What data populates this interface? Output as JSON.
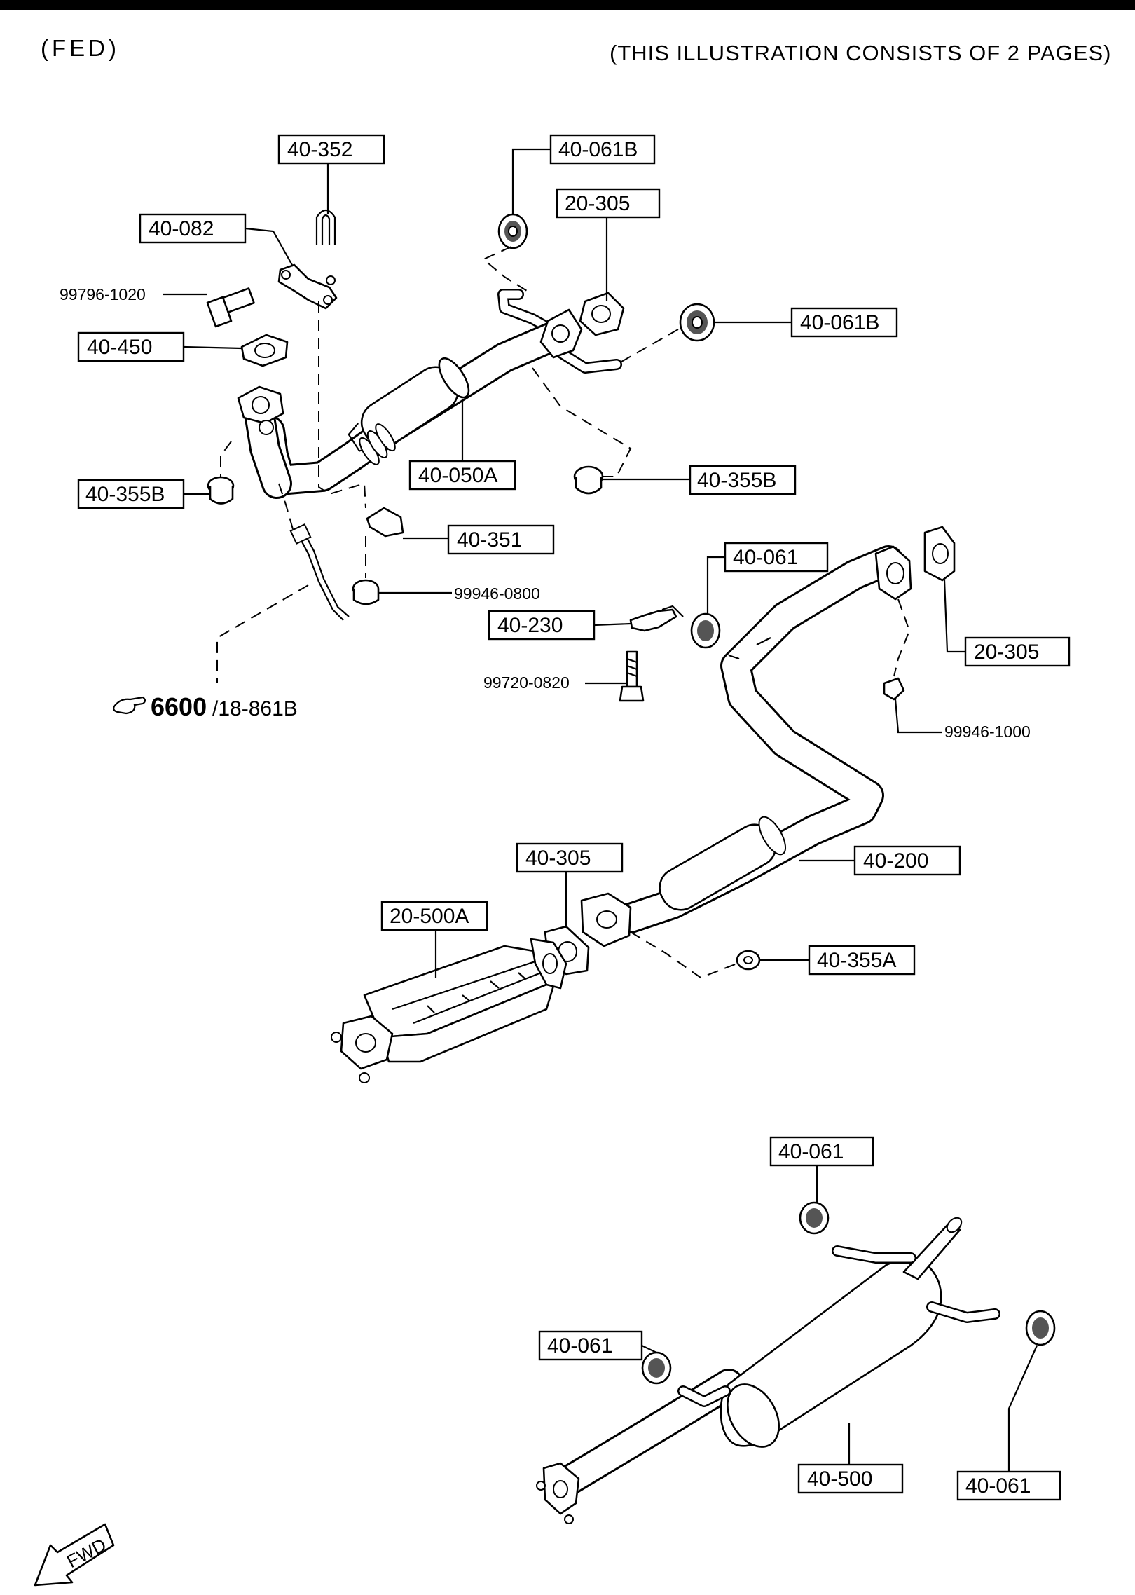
{
  "header": {
    "variant": "(FED)",
    "note": "(THIS ILLUSTRATION CONSISTS OF  2 PAGES)"
  },
  "labels": {
    "p40_352": "40-352",
    "p40_061B_top": "40-061B",
    "p40_082": "40-082",
    "p20_305_top": "20-305",
    "p99796_1020": "99796-1020",
    "p40_061B_right": "40-061B",
    "p40_450": "40-450",
    "p40_050A": "40-050A",
    "p40_355B_left": "40-355B",
    "p40_355B_right": "40-355B",
    "p40_351": "40-351",
    "p99946_0800": "99946-0800",
    "p40_061_mid": "40-061",
    "p40_230": "40-230",
    "p20_305_mid": "20-305",
    "p99720_0820": "99720-0820",
    "p99946_1000": "99946-1000",
    "p40_200": "40-200",
    "p40_305": "40-305",
    "p20_500A": "20-500A",
    "p40_355A": "40-355A",
    "p40_061_top_muffler": "40-061",
    "p40_061_left_muffler": "40-061",
    "p40_500": "40-500",
    "p40_061_right_muffler": "40-061"
  },
  "reference": {
    "code": "6600",
    "page": "/18-861B"
  },
  "fwd_label": "FWD"
}
